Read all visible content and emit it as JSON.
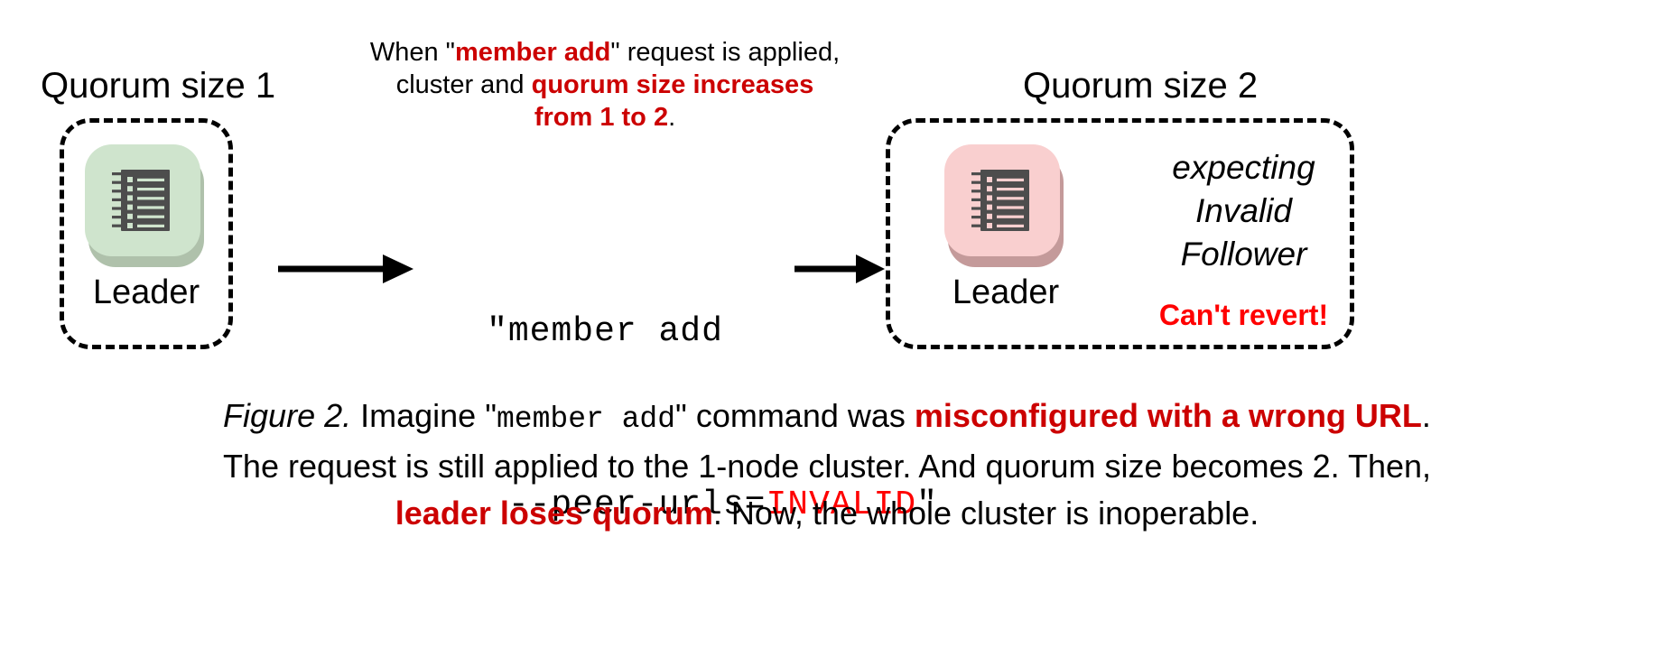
{
  "figure": {
    "left_cluster": {
      "title": "Quorum size 1",
      "node_label": "Leader",
      "icon_name": "server-ledger-icon",
      "icon_bg": "#CFE4CD",
      "icon_shadow": "#AFC1AB",
      "icon_body": "#4D4D4D",
      "icon_detail": "#CFE4CD"
    },
    "right_cluster": {
      "title": "Quorum size 2",
      "node_label": "Leader",
      "icon_name": "server-ledger-icon",
      "icon_bg": "#F9CFCF",
      "icon_shadow": "#C49A9A",
      "icon_body": "#4D4D4D",
      "icon_detail": "#F9CFCF",
      "status_line_1": "expecting",
      "status_line_2": "Invalid",
      "status_line_3": "Follower",
      "warning": "Can't revert!"
    },
    "annotation": {
      "line1_a": "When \"",
      "line1_b": "member add",
      "line1_c": "\" request is applied,",
      "line2_a": "cluster and ",
      "line2_b": "quorum size increases",
      "line3_b": "from 1 to 2",
      "line3_c": "."
    },
    "command": {
      "line1": "\"member add",
      "line2_a": "--peer-urls=",
      "line2_b": "INVALID",
      "line2_c": "\""
    },
    "arrows": {
      "left_arrow_name": "arrow-right-1",
      "right_arrow_name": "arrow-right-2"
    },
    "caption": {
      "label": "Figure 2.",
      "l1_a": " Imagine \"",
      "l1_mono": "member add",
      "l1_b": "\" command was ",
      "l1_red": "misconfigured with a wrong URL",
      "l1_c": ".",
      "l2": "The request is still applied to the 1-node cluster. And quorum size becomes 2. Then,",
      "l3_red": "leader loses quorum",
      "l3_b": ". Now, the whole cluster is inoperable."
    },
    "colors": {
      "red_dark": "#CC0000",
      "red_bright": "#FF0000",
      "black": "#000000",
      "green_bg": "#CFE4CD",
      "pink_bg": "#F9CFCF"
    }
  }
}
